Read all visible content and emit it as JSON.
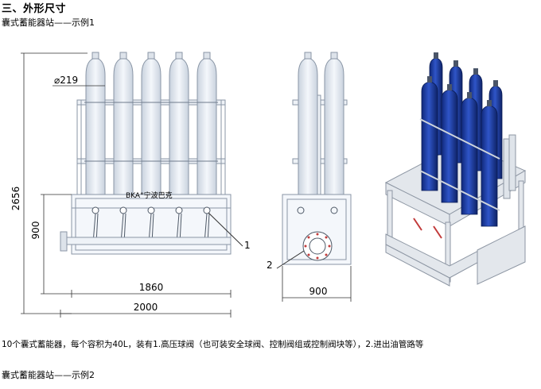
{
  "heading": "三、外形尺寸",
  "subheading": "囊式蓄能器站——示例1",
  "drawing": {
    "dim_diameter": "⌀219",
    "dim_total_height": "2656",
    "dim_frame_height": "900",
    "dim_inner_width": "1860",
    "dim_total_width": "2000",
    "dim_side_width": "900",
    "callout_1": "1",
    "callout_2": "2",
    "brand_label": "BKA°宁波巴克"
  },
  "caption": "10个囊式蓄能器，每个容积为40L，装有1.高压球阀（也可装安全球阀、控制阀组或控制阀块等），2.进出油管路等",
  "subheading2": "囊式蓄能器站——示例2",
  "colors": {
    "vessel_outline": "#8a96a6",
    "vessel_fill": "#eef2f7",
    "model_blue": "#1f3fa8",
    "model_frame": "#d8dde4"
  }
}
